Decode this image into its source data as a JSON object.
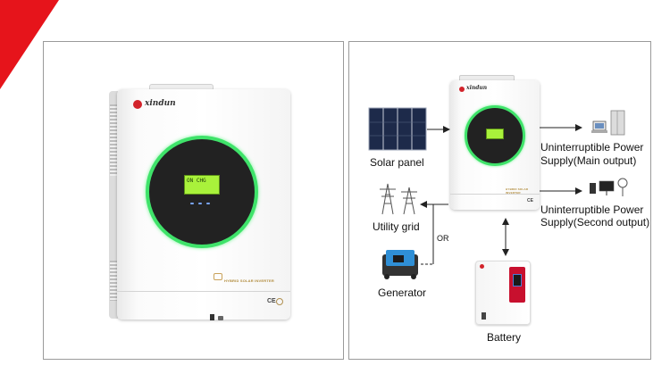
{
  "left": {
    "inverter": {
      "brand": "xindun",
      "lcd_text": "ON  CHG",
      "badge": "HYBRID SOLAR INVERTER",
      "cert": "CE"
    }
  },
  "right": {
    "inverter": {
      "brand": "xindun",
      "badge": "HYBRID SOLAR INVERTER",
      "cert": "CE"
    },
    "labels": {
      "solar": "Solar panel",
      "utility": "Utility grid",
      "or": "OR",
      "generator": "Generator",
      "battery": "Battery",
      "main_line1": "Uninterruptible Power",
      "main_line2": "Supply(Main output)",
      "second_line1": "Uninterruptible Power",
      "second_line2": "Supply(Second output)"
    }
  },
  "colors": {
    "accent_red": "#e6141b",
    "ring_green": "#3fe36a",
    "lcd_green": "#a9f23b"
  }
}
